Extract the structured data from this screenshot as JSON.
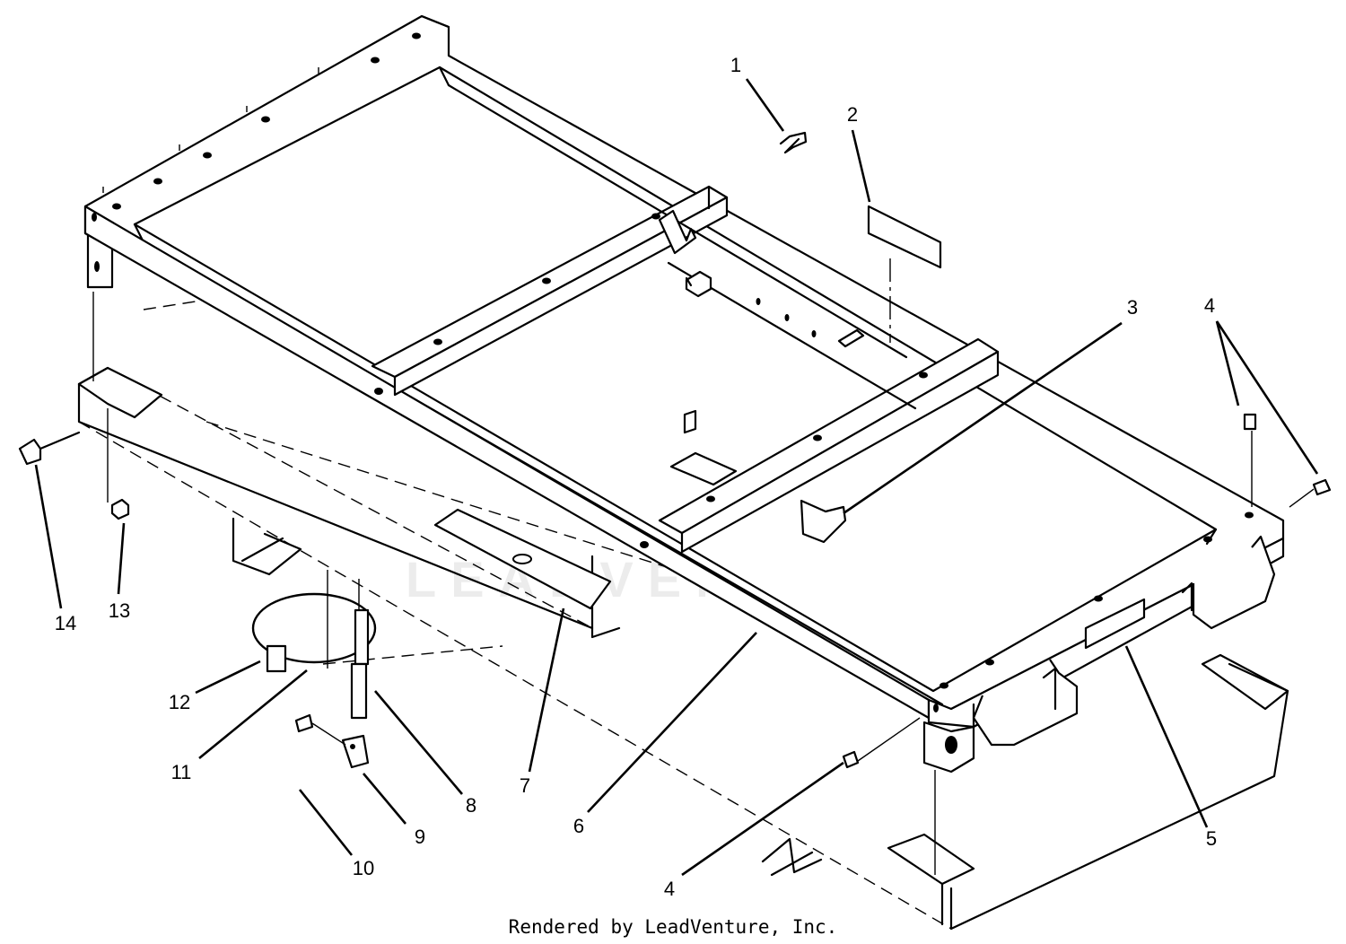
{
  "callouts": [
    {
      "id": "c1",
      "label": "1"
    },
    {
      "id": "c2",
      "label": "2"
    },
    {
      "id": "c3",
      "label": "3"
    },
    {
      "id": "c4a",
      "label": "4"
    },
    {
      "id": "c4b",
      "label": "4"
    },
    {
      "id": "c5",
      "label": "5"
    },
    {
      "id": "c6",
      "label": "6"
    },
    {
      "id": "c7",
      "label": "7"
    },
    {
      "id": "c8",
      "label": "8"
    },
    {
      "id": "c9",
      "label": "9"
    },
    {
      "id": "c10",
      "label": "10"
    },
    {
      "id": "c11",
      "label": "11"
    },
    {
      "id": "c12",
      "label": "12"
    },
    {
      "id": "c13",
      "label": "13"
    },
    {
      "id": "c14",
      "label": "14"
    }
  ],
  "watermark": "LEADVENTURE",
  "footer": "Rendered by LeadVenture, Inc."
}
